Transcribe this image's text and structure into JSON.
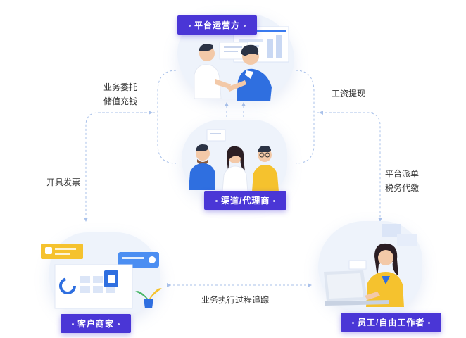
{
  "nodes": {
    "platform": "平台运营方",
    "channel": "渠道/代理商",
    "client": "客户商家",
    "worker": "员工/自由工作者"
  },
  "flows": {
    "entrust_line1": "业务委托",
    "entrust_line2": "储值充钱",
    "salary": "工资提现",
    "invoice": "开具发票",
    "dispatch_line1": "平台派单",
    "dispatch_line2": "税务代缴",
    "tracking": "业务执行过程追踪"
  },
  "colors": {
    "accent": "#4a36d6",
    "line": "#a9c1ea",
    "blob": "#eef3fb",
    "shirt_blue": "#2f6fe0",
    "shirt_yellow": "#f5c22e"
  }
}
